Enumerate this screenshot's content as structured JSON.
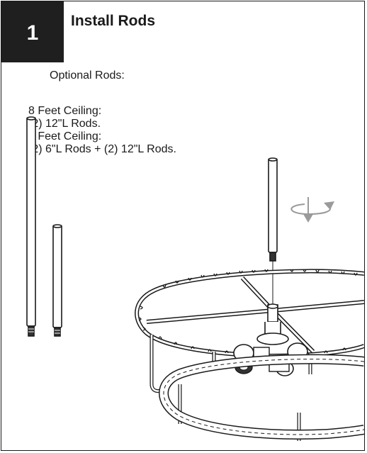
{
  "step": {
    "number": "1",
    "title": "Install Rods"
  },
  "instructions": {
    "heading": "Optional Rods:",
    "line1": "8 Feet Ceiling:",
    "line2": "(2) 12\"L Rods.",
    "line3": "9 Feet Ceiling:",
    "line4": "(2) 6\"L Rods + (2) 12\"L Rods."
  },
  "colors": {
    "ink": "#1a1a1a",
    "step_bg": "#1f1f1f",
    "arrow": "#9a9a9a"
  },
  "icons": [
    "rotate-arrow-icon"
  ]
}
